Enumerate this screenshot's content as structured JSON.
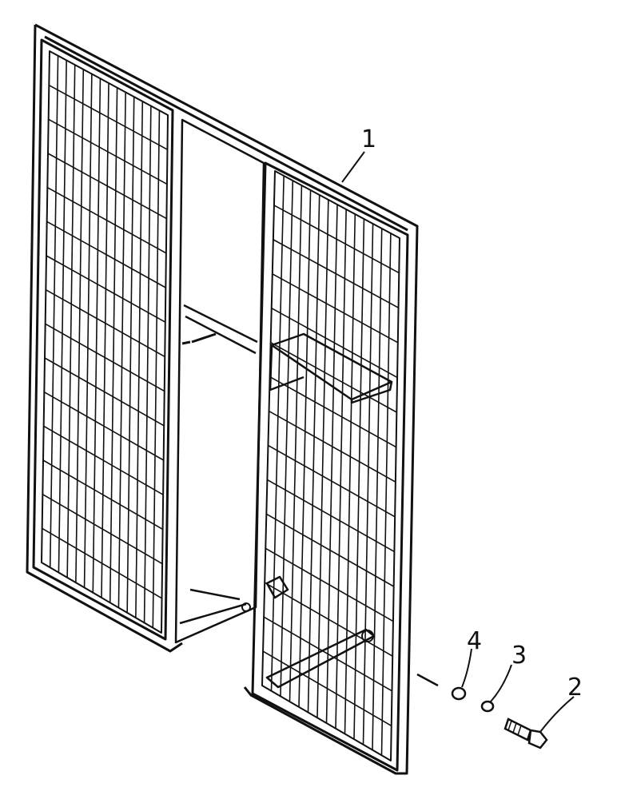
{
  "diagram": {
    "callouts": [
      {
        "id": "1",
        "label": "1"
      },
      {
        "id": "2",
        "label": "2"
      },
      {
        "id": "3",
        "label": "3"
      },
      {
        "id": "4",
        "label": "4"
      }
    ],
    "colors": {
      "line": "#111111",
      "paper": "#ffffff"
    }
  }
}
